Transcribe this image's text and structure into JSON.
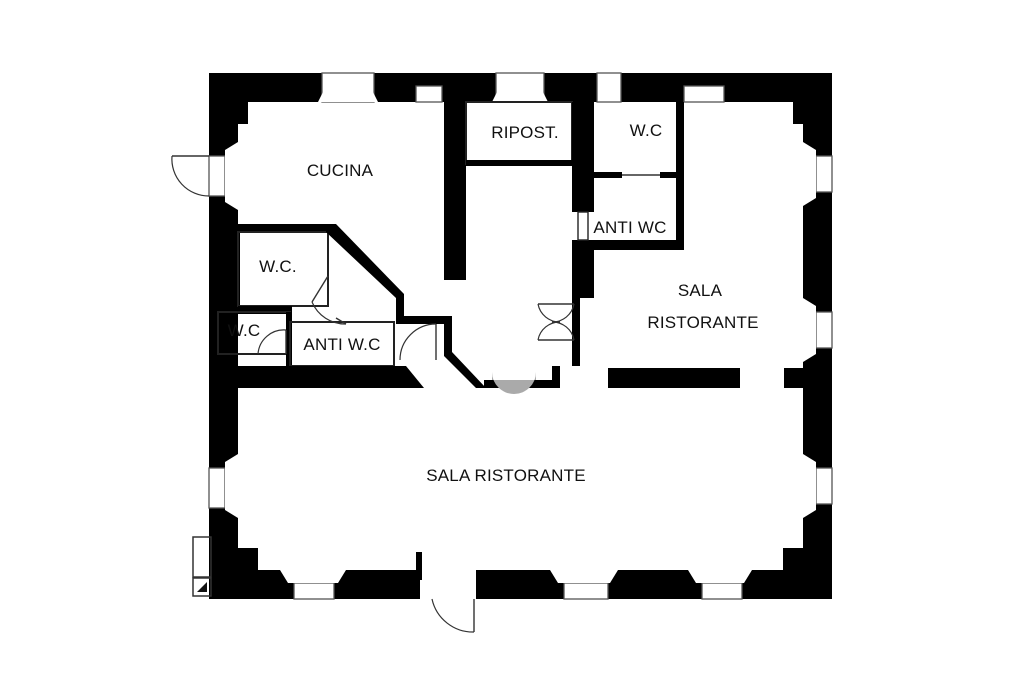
{
  "floor_plan": {
    "rooms": {
      "cucina": "CUCINA",
      "ripostiglio": "RIPOST.",
      "wc_top": "W.C",
      "anti_wc_top": "ANTI WC",
      "wc_left": "W.C.",
      "wc_small": "W.C",
      "anti_wc_left": "ANTI W.C",
      "sala_right_line1": "SALA",
      "sala_right_line2": "RISTORANTE",
      "sala_main": "SALA RISTORANTE"
    }
  }
}
